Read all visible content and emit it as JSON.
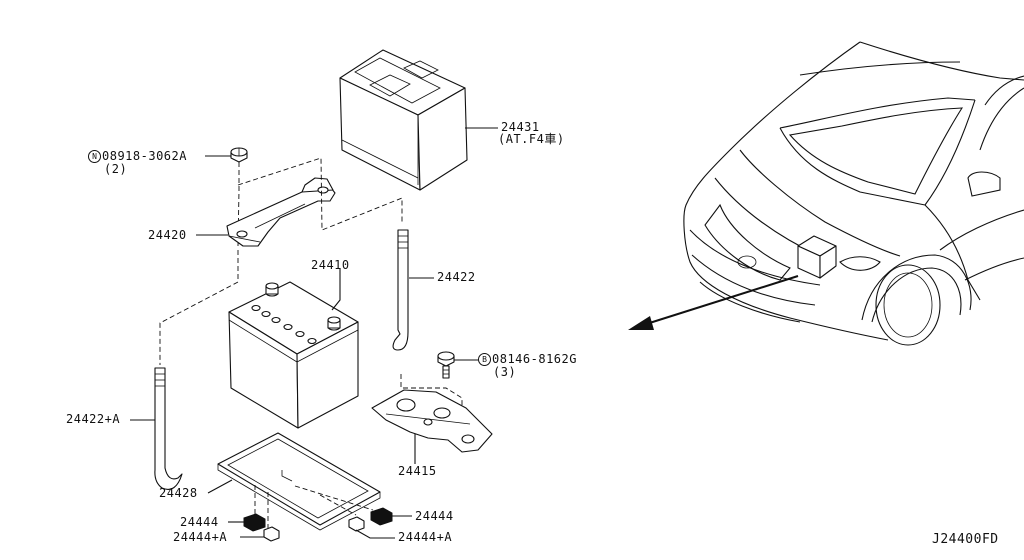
{
  "callouts": {
    "cover": "24431",
    "cover_note": "(AT.F4車)",
    "bolt_n_prefix": "N",
    "bolt_n": "08918-3062A",
    "bolt_n_qty": "(2)",
    "bracket": "24420",
    "battery": "24410",
    "rod": "24422",
    "bolt_b_prefix": "B",
    "bolt_b": "08146-8162G",
    "bolt_b_qty": "(3)",
    "rod_a": "24422+A",
    "tray_base": "24415",
    "tray": "24428",
    "spacer_left": "24444",
    "spacer_left_a": "24444+A",
    "spacer_right": "24444",
    "spacer_right_a": "24444+A"
  },
  "diagram_code": "J24400FD"
}
